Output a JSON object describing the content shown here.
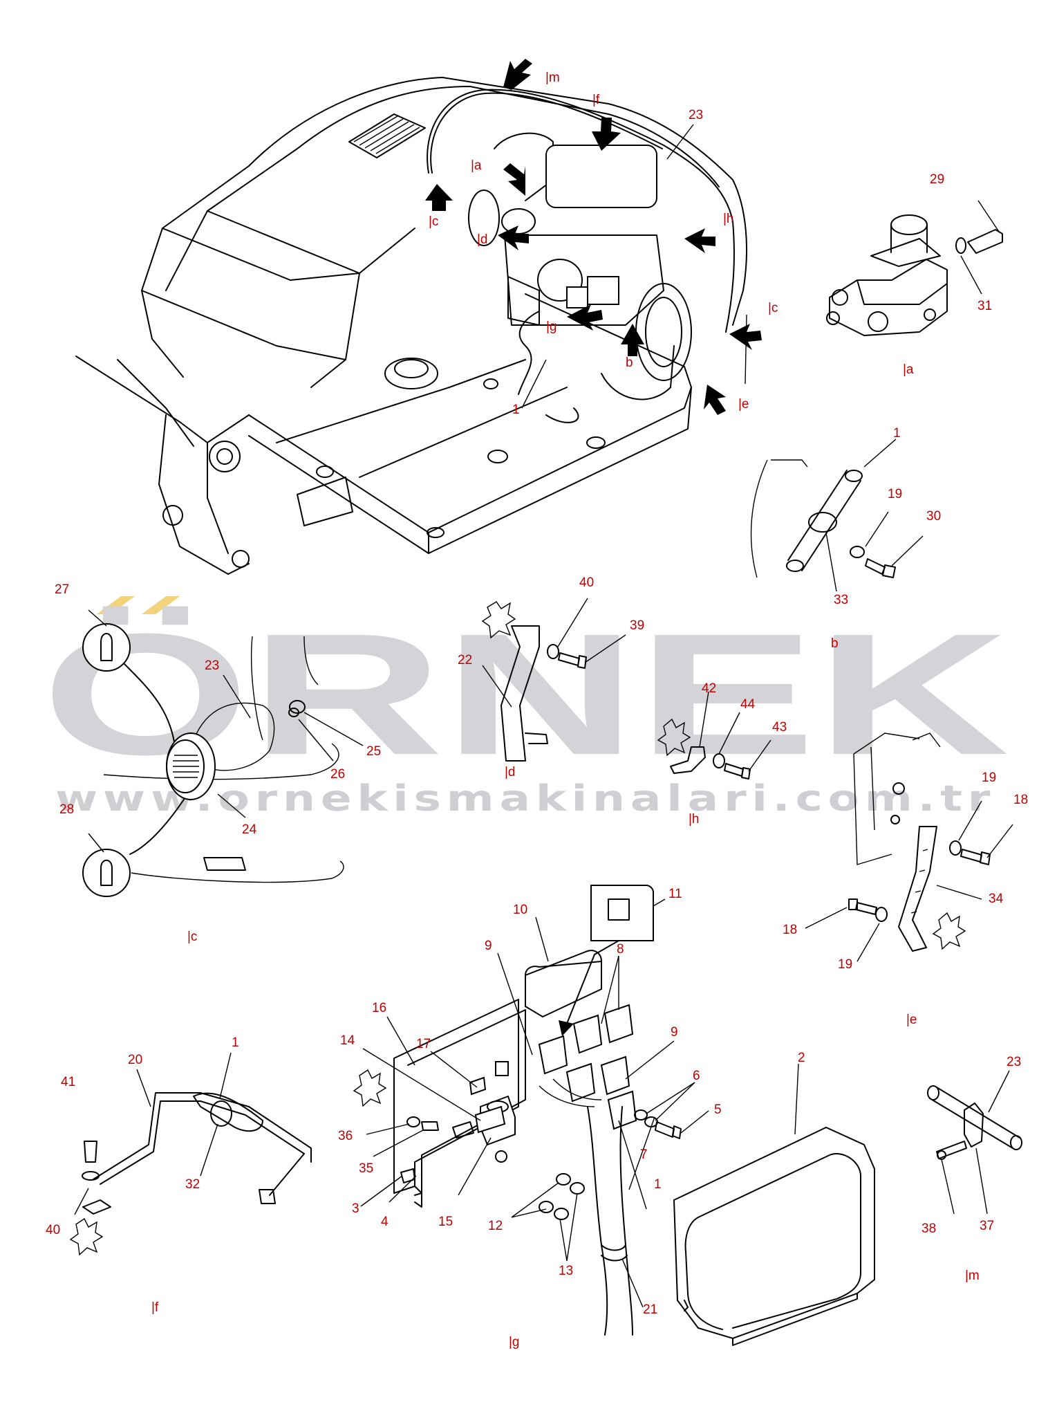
{
  "watermark": {
    "brand": "ÖRNEK",
    "url": "www.ornekismakinalari.com.tr",
    "accent_color": "#f2d27a"
  },
  "colors": {
    "callout": "#c00000",
    "line": "#000000",
    "watermark": "#d4d4d8"
  },
  "sections": {
    "a": "|a",
    "b": "b",
    "c": "|c",
    "d": "|d",
    "e": "|e",
    "f": "|f",
    "g": "|g",
    "h": "|h",
    "m": "|m"
  },
  "main_labels": {
    "m": "|m",
    "f": "|f",
    "a": "|a",
    "c": "|c",
    "d": "|d",
    "h": "|h",
    "c2": "|c",
    "g": "|g",
    "b": "b",
    "e": "|e",
    "n1": "1",
    "n23": "23"
  },
  "callouts": {
    "a": [
      "29",
      "31"
    ],
    "b": [
      "1",
      "19",
      "30",
      "33"
    ],
    "c": [
      "27",
      "23",
      "25",
      "26",
      "24",
      "28"
    ],
    "d": [
      "40",
      "39",
      "22"
    ],
    "h": [
      "42",
      "44",
      "43"
    ],
    "e": [
      "19",
      "18",
      "34",
      "18",
      "19"
    ],
    "f": [
      "1",
      "20",
      "41",
      "32",
      "40"
    ],
    "g": [
      "10",
      "11",
      "9",
      "8",
      "17",
      "16",
      "14",
      "9",
      "6",
      "5",
      "36",
      "35",
      "3",
      "4",
      "15",
      "12",
      "13",
      "7",
      "1",
      "21",
      "2"
    ],
    "m": [
      "23",
      "38",
      "37"
    ]
  }
}
